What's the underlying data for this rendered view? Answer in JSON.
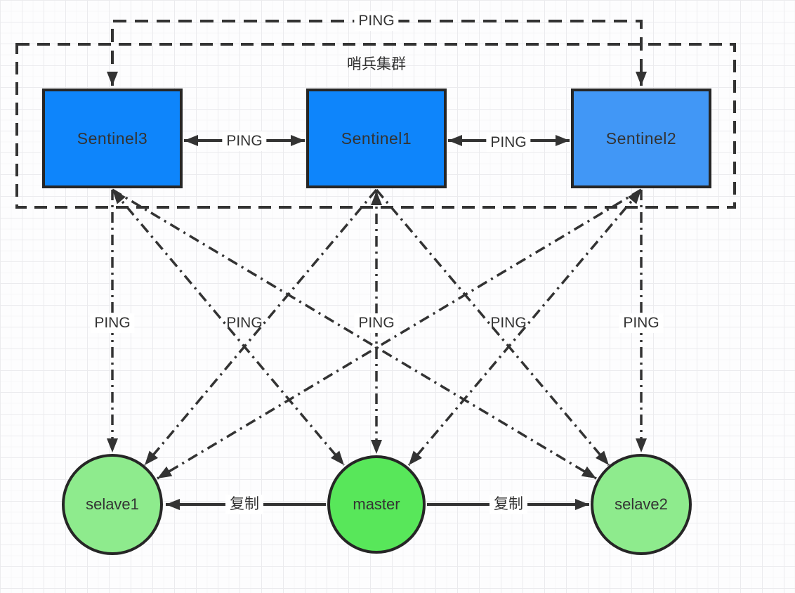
{
  "diagram": {
    "cluster": {
      "label": "哨兵集群",
      "top_link_label": "PING"
    },
    "sentinels": [
      {
        "label": "Sentinel3"
      },
      {
        "label": "Sentinel1"
      },
      {
        "label": "Sentinel2"
      }
    ],
    "sentinel_ping_links": [
      {
        "label": "PING"
      },
      {
        "label": "PING"
      }
    ],
    "monitor_ping_labels": [
      "PING",
      "PING",
      "PING",
      "PING",
      "PING"
    ],
    "redis_nodes": [
      {
        "label": "selave1"
      },
      {
        "label": "master"
      },
      {
        "label": "selave2"
      }
    ],
    "replication_links": [
      {
        "label": "复制"
      },
      {
        "label": "复制"
      }
    ],
    "colors": {
      "sentinel_fill": "#0e85fb",
      "sentinel2_fill": "#4197f6",
      "master_fill": "#58e75a",
      "slave_fill": "#8eeb8d",
      "stroke": "#333333",
      "node_border": "#262626",
      "text": "#333333"
    }
  }
}
